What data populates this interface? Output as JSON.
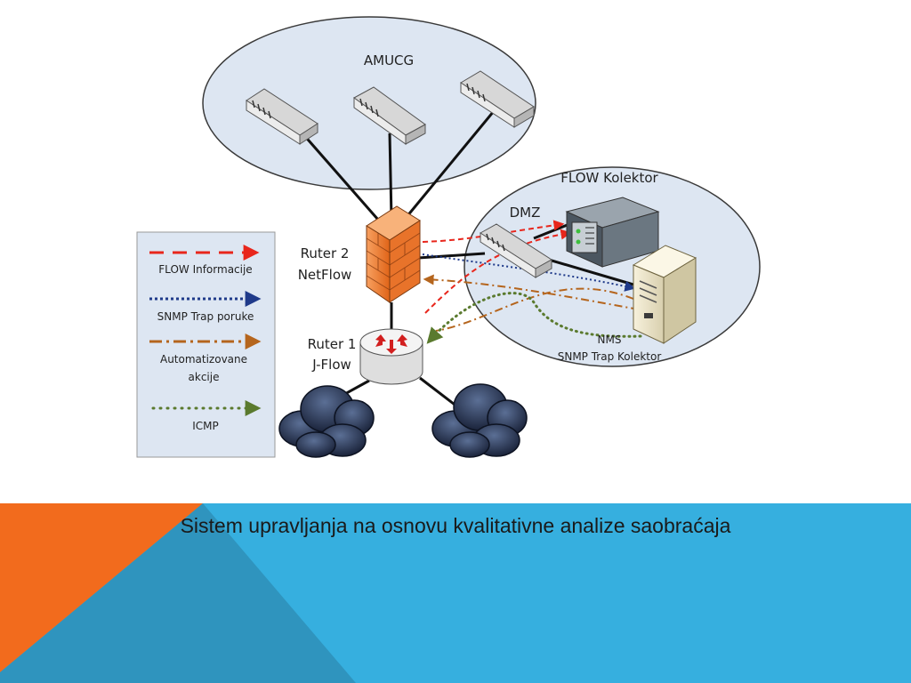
{
  "diagram": {
    "group_amucg": "AMUCG",
    "group_flow_kolektor": "FLOW Kolektor",
    "dmz": "DMZ",
    "ruter2_line1": "Ruter 2",
    "ruter2_line2": "NetFlow",
    "ruter1_line1": "Ruter 1",
    "ruter1_line2": "J-Flow",
    "nms_line1": "NMS",
    "nms_line2": "SNMP Trap Kolektor"
  },
  "legend": {
    "flow": "FLOW Informacije",
    "snmp": "SNMP Trap poruke",
    "auto_line1": "Automatizovane",
    "auto_line2": "akcije",
    "icmp": "ICMP"
  },
  "colors": {
    "flow": "#e8261c",
    "snmp": "#1f3a8a",
    "auto": "#b5651d",
    "icmp": "#5a7a2e",
    "firewall": "#f07a2a",
    "footer_blue": "#36afdf",
    "footer_orange": "#f26b1d"
  },
  "caption": "Sistem upravljanja na osnovu kvalitativne analize saobraćaja"
}
